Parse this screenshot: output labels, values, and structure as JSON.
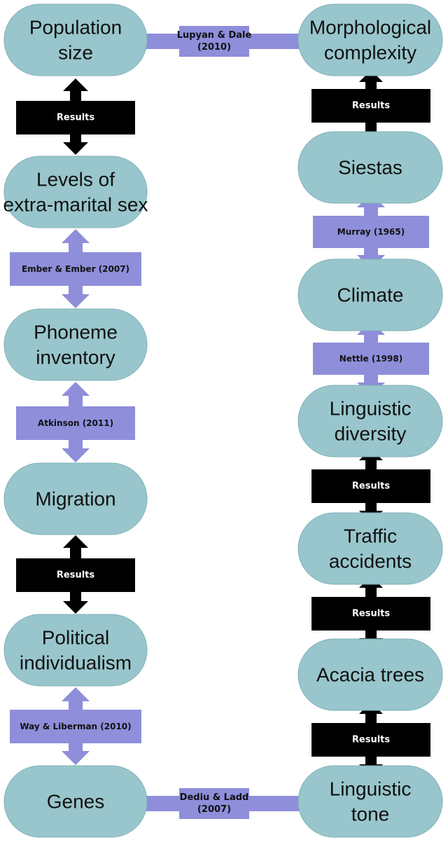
{
  "colors": {
    "node_fill": "#98c6cc",
    "node_stroke": "#7fb0b7",
    "citation_fill": "#8e8edb",
    "results_fill": "#000000",
    "results_text": "#ffffff",
    "citation_text": "#111111"
  },
  "nodes": [
    {
      "id": "population",
      "lines": [
        "Population",
        "size"
      ]
    },
    {
      "id": "extramarital",
      "lines": [
        "Levels of",
        "extra-marital sex"
      ]
    },
    {
      "id": "phoneme",
      "lines": [
        "Phoneme",
        "inventory"
      ]
    },
    {
      "id": "migration",
      "lines": [
        "Migration"
      ]
    },
    {
      "id": "political",
      "lines": [
        "Political",
        "individualism"
      ]
    },
    {
      "id": "genes",
      "lines": [
        "Genes"
      ]
    },
    {
      "id": "morphological",
      "lines": [
        "Morphological",
        "complexity"
      ]
    },
    {
      "id": "siestas",
      "lines": [
        "Siestas"
      ]
    },
    {
      "id": "climate",
      "lines": [
        "Climate"
      ]
    },
    {
      "id": "diversity",
      "lines": [
        "Linguistic",
        "diversity"
      ]
    },
    {
      "id": "traffic",
      "lines": [
        "Traffic",
        "accidents"
      ]
    },
    {
      "id": "acacia",
      "lines": [
        "Acacia trees"
      ]
    },
    {
      "id": "tone",
      "lines": [
        "Linguistic",
        "tone"
      ]
    }
  ],
  "connectors": [
    {
      "id": "pop-morph",
      "kind": "citation",
      "lines": [
        "Lupyan & Dale",
        "(2010)"
      ]
    },
    {
      "id": "pop-extra",
      "kind": "results",
      "lines": [
        "Results"
      ]
    },
    {
      "id": "extra-phon",
      "kind": "citation",
      "lines": [
        "Ember & Ember (2007)"
      ]
    },
    {
      "id": "phon-mig",
      "kind": "citation",
      "lines": [
        "Atkinson (2011)"
      ]
    },
    {
      "id": "mig-pol",
      "kind": "results",
      "lines": [
        "Results"
      ]
    },
    {
      "id": "pol-genes",
      "kind": "citation",
      "lines": [
        "Way & Liberman (2010)"
      ]
    },
    {
      "id": "genes-tone",
      "kind": "citation",
      "lines": [
        "Dediu & Ladd",
        "(2007)"
      ]
    },
    {
      "id": "morph-siesta",
      "kind": "results",
      "lines": [
        "Results"
      ]
    },
    {
      "id": "siesta-climate",
      "kind": "citation",
      "lines": [
        "Murray (1965)"
      ]
    },
    {
      "id": "climate-div",
      "kind": "citation",
      "lines": [
        "Nettle (1998)"
      ]
    },
    {
      "id": "div-traffic",
      "kind": "results",
      "lines": [
        "Results"
      ]
    },
    {
      "id": "traffic-acacia",
      "kind": "results",
      "lines": [
        "Results"
      ]
    },
    {
      "id": "acacia-tone",
      "kind": "results",
      "lines": [
        "Results"
      ]
    }
  ]
}
